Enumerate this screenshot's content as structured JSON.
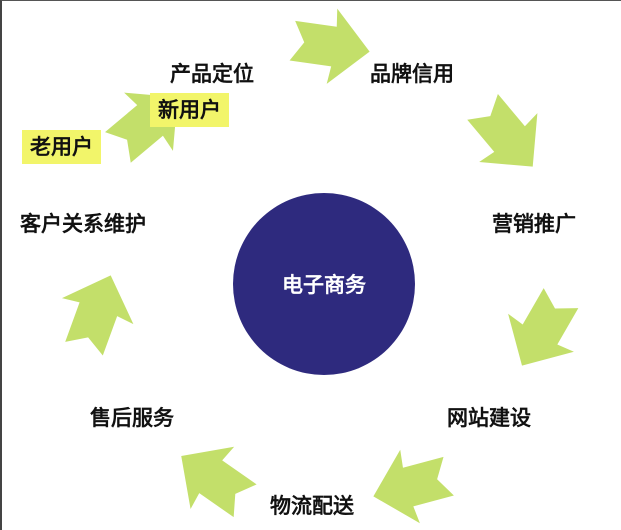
{
  "center": {
    "label": "电子商务",
    "color": "#2e2a7e"
  },
  "arrow_color": "#c3df6a",
  "highlight_color": "#f2f56a",
  "stages": [
    {
      "label": "产品定位"
    },
    {
      "label": "品牌信用"
    },
    {
      "label": "营销推广"
    },
    {
      "label": "网站建设"
    },
    {
      "label": "物流配送"
    },
    {
      "label": "售后服务"
    },
    {
      "label": "客户关系维护"
    }
  ],
  "highlights": [
    {
      "label": "新用户"
    },
    {
      "label": "老用户"
    }
  ]
}
